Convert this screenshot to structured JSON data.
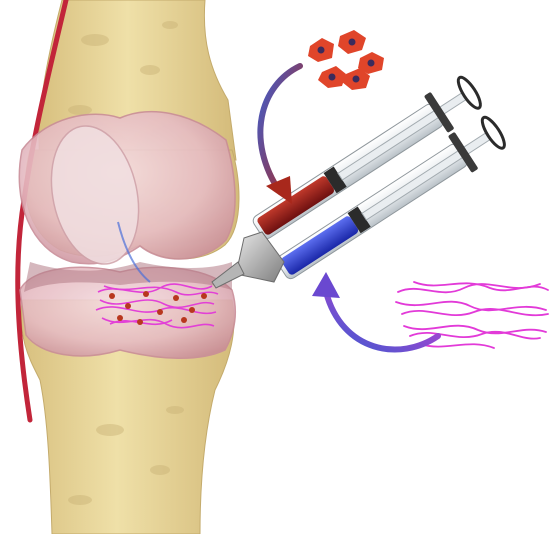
{
  "figure": {
    "subjects": [
      "knee-joint",
      "dual-syringe",
      "cells",
      "fibers"
    ],
    "colors": {
      "bone": "#e9d79e",
      "bone_shadow": "#c9b276",
      "cartilage": "#e8c3c8",
      "cartilage_edge": "#c98d98",
      "vessel": "#c2253a",
      "blood": "#8f1a1a",
      "dye_blue": "#2b3fd6",
      "fiber": "#e23ad8",
      "cell": "#e0452a",
      "arrow_red": "#a8281c",
      "arrow_blue": "#3a52c8",
      "arrow_magenta": "#c034c8",
      "metal": "#9a9a9a"
    }
  }
}
